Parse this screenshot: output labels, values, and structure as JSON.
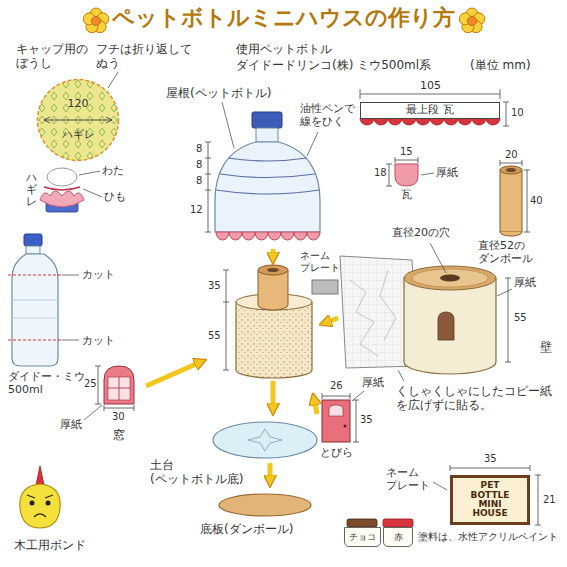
{
  "diagram": {
    "title": "ペットボトルミニハウスの作り方",
    "nodes": [
      {
        "text": [
          "120",
          "ハギレ"
        ]
      },
      {
        "text": [
          "最上段 瓦"
        ]
      },
      {
        "text": [
          "PET BOTTLE MINI HOUSE"
        ]
      },
      {
        "text": [
          "チョコ"
        ]
      },
      {
        "text": [
          "赤"
        ]
      }
    ],
    "labels": [
      "キャップ用の ぼうし",
      "フチは折り返して ぬう",
      "ハギレ",
      "わた",
      "ひも",
      "使用ペットボトル",
      "ダイドードリンコ(株) ミウ500ml系",
      "(単位 mm)",
      "105",
      "10",
      "屋根(ペットボトル)",
      "油性ペンで 線をひく",
      "8",
      "8",
      "8",
      "12",
      "ネーム プレート",
      "15",
      "厚紙",
      "18",
      "瓦",
      "20",
      "40",
      "直径20の穴",
      "直径52の ダンボール",
      "厚紙",
      "55",
      "壁",
      "35",
      "55",
      "カット",
      "カット",
      "ダイドー・ミウ 500ml",
      "くしゃくしゃにしたコピー紙 を広げずに貼る。",
      "25",
      "30",
      "厚紙",
      "窓",
      "26",
      "厚紙",
      "35",
      "とびら",
      "土台 (ペットボトル底)",
      "底板(ダンボール)",
      "35",
      "21",
      "ネーム プレート",
      "木工用ボンド",
      "塗料は、水性アクリルペイント"
    ]
  }
}
